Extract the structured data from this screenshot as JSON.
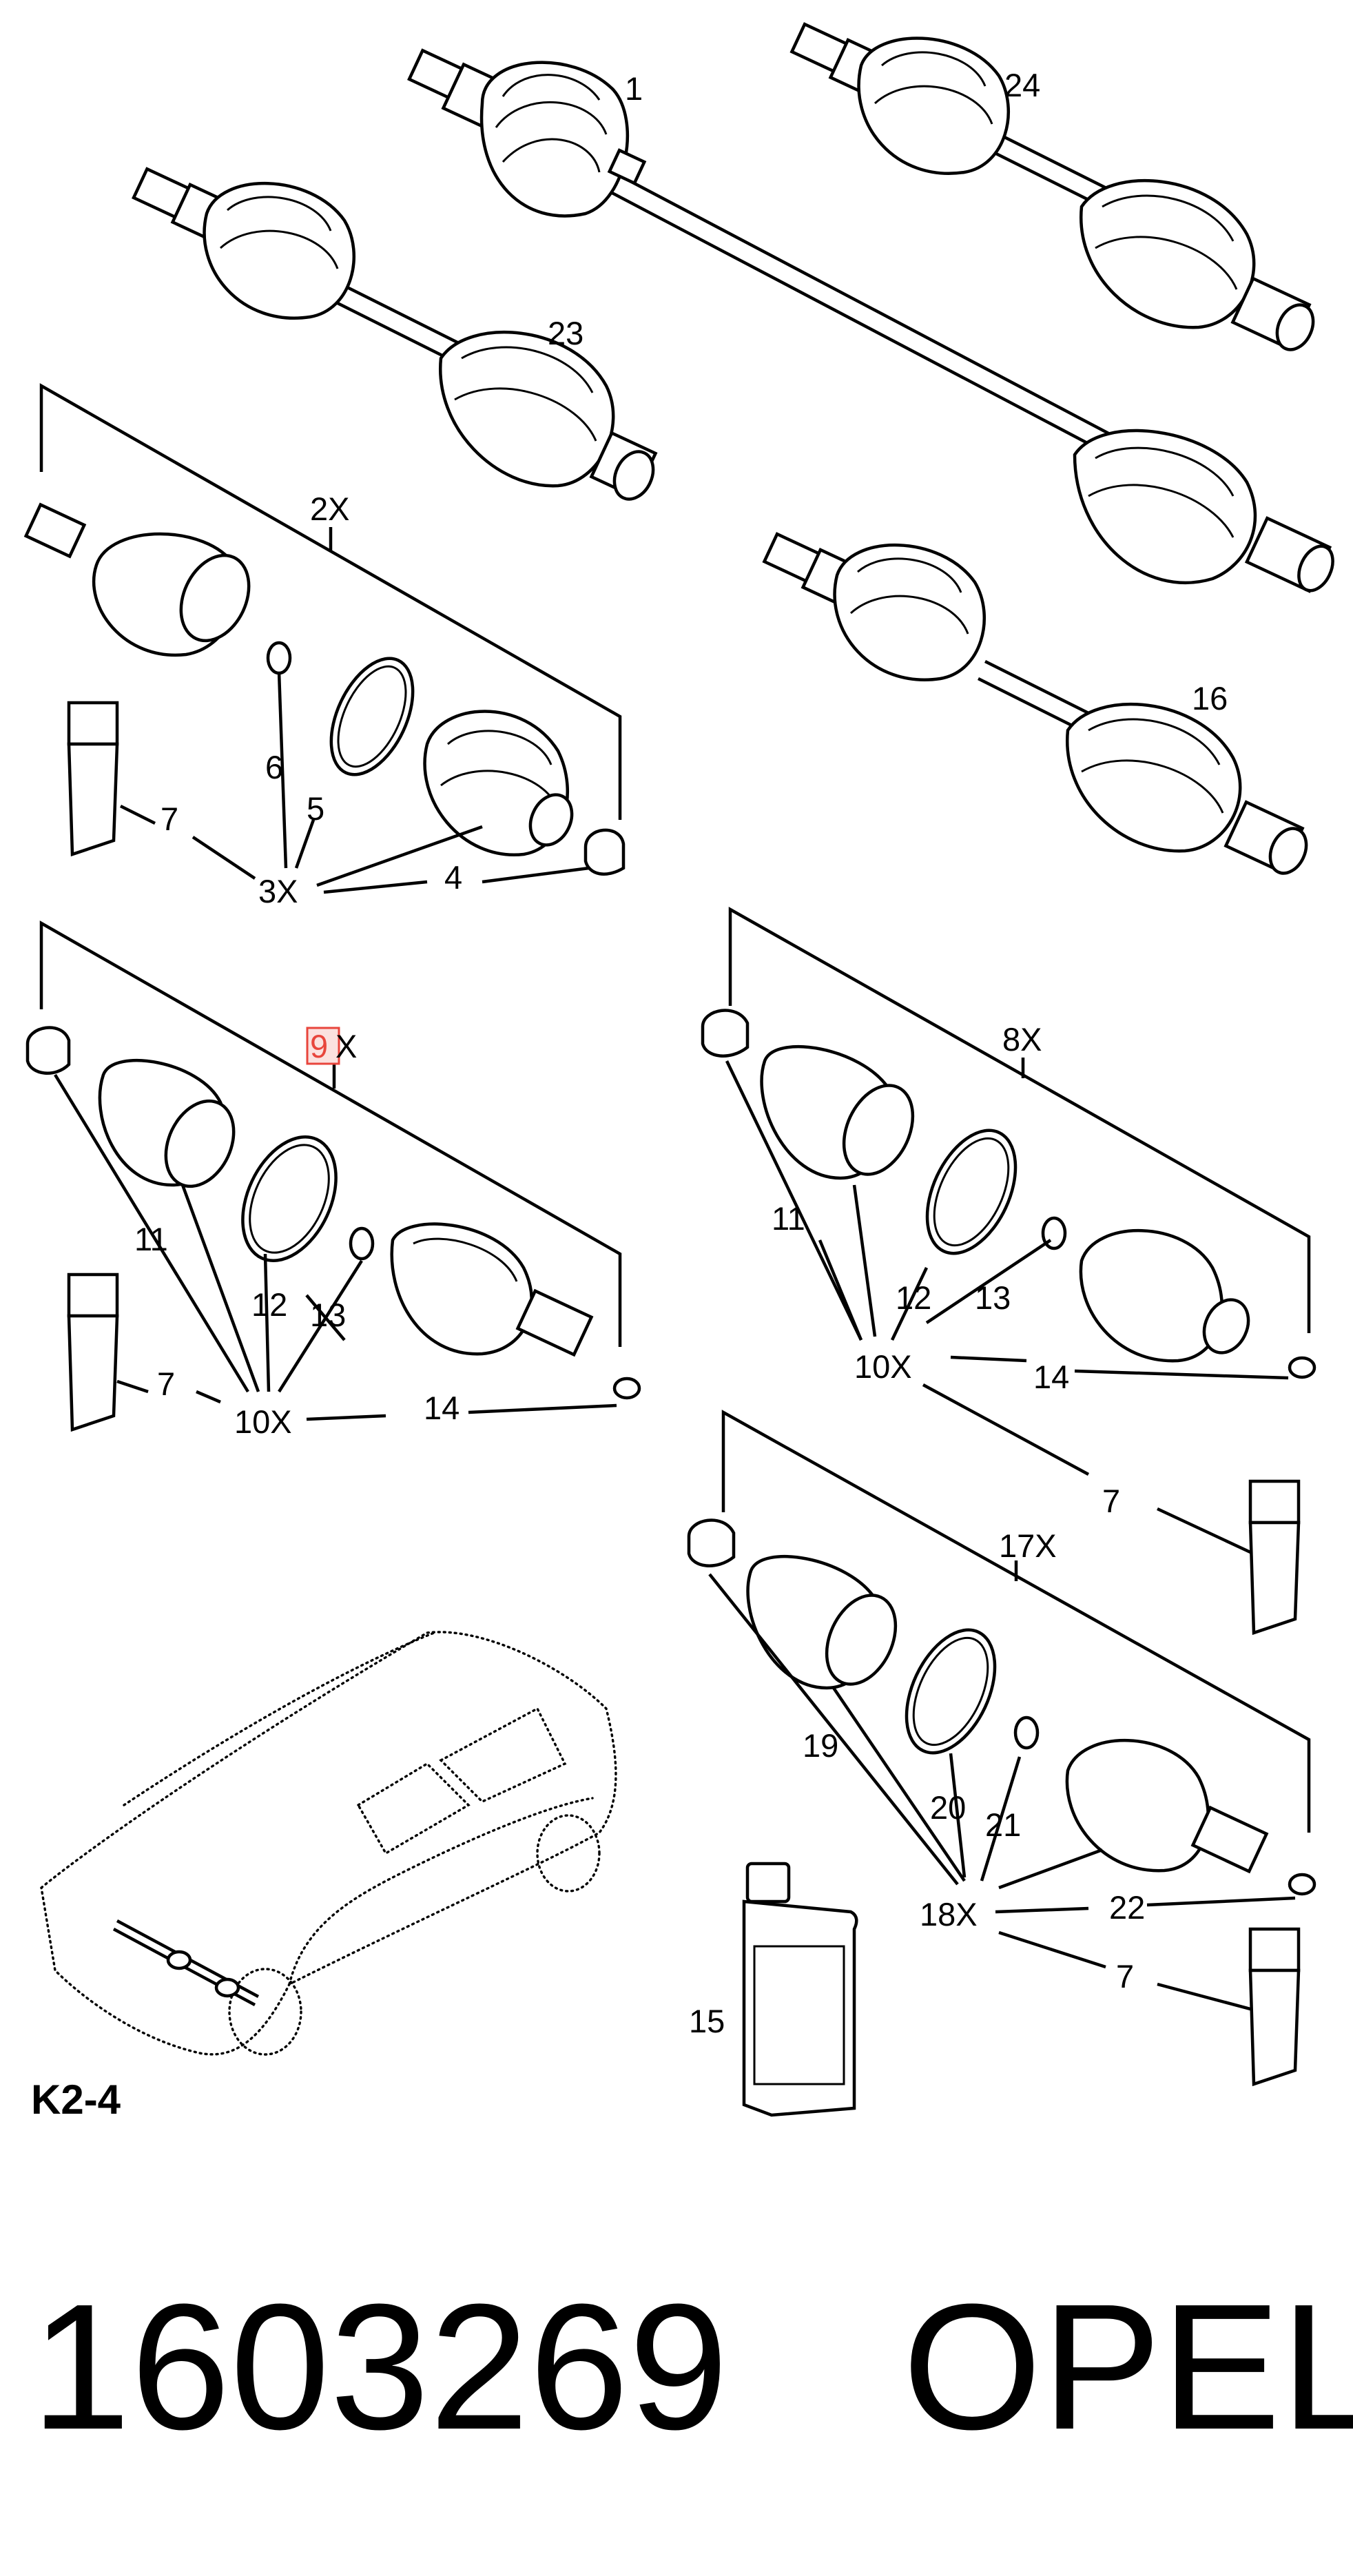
{
  "diagram": {
    "callouts": {
      "c1": "1",
      "c24": "24",
      "c23": "23",
      "c2x": "2X",
      "c16": "16",
      "c6": "6",
      "c5": "5",
      "c7a": "7",
      "c3x": "3X",
      "c4": "4",
      "c9": "9",
      "c9x": "X",
      "c8x": "8X",
      "c11a": "11",
      "c12a": "12",
      "c13a": "13",
      "c7b": "7",
      "c10xa": "10X",
      "c14a": "14",
      "c11b": "11",
      "c12b": "12",
      "c13b": "13",
      "c10xb": "10X",
      "c14b": "14",
      "c7c": "7",
      "c17x": "17X",
      "c19": "19",
      "c20": "20",
      "c21": "21",
      "c18x": "18X",
      "c22": "22",
      "c15": "15",
      "c7d": "7"
    },
    "diagram_code": "K2-4",
    "highlighted_callout": "9"
  },
  "footer": {
    "part_number": "1603269",
    "brand": "OPEL"
  },
  "colors": {
    "ink": "#000000",
    "highlight": "#e8453c",
    "highlight_fill": "#fbe1df"
  }
}
